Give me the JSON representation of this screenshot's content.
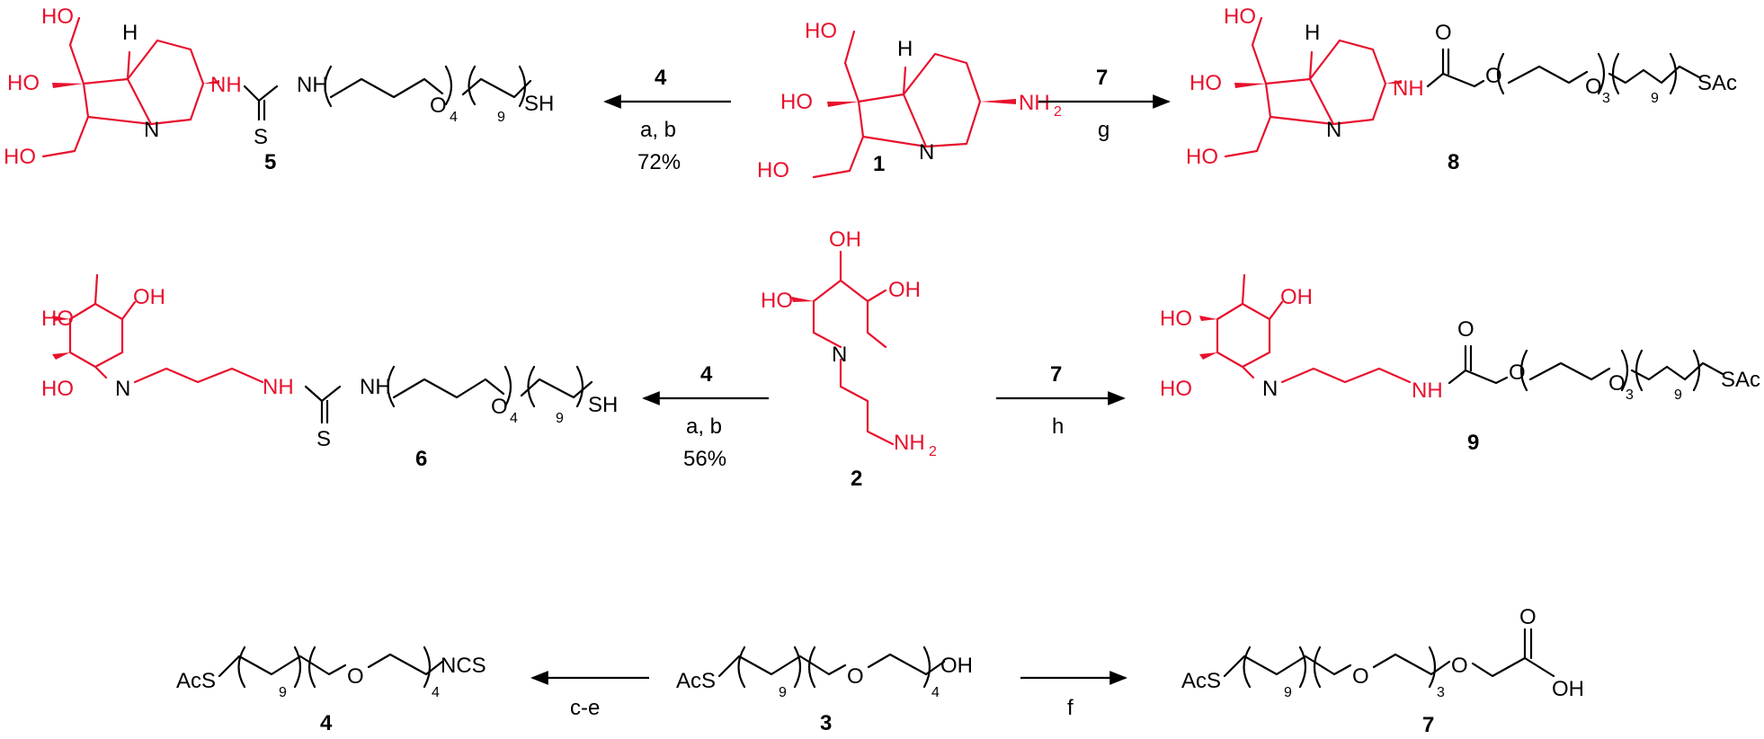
{
  "colors": {
    "highlight": "#e8112d",
    "ink": "#000000",
    "background": "#ffffff"
  },
  "atoms": {
    "HO": "HO",
    "OH": "OH",
    "H": "H",
    "N": "N",
    "NH": "NH",
    "NH2_main": "NH",
    "sub2": "2",
    "O": "O",
    "S": "S",
    "SH": "SH",
    "SAc": "SAc",
    "AcS": "AcS",
    "NCS": "NCS",
    "sub3": "3",
    "sub4": "4",
    "sub9": "9"
  },
  "compounds": {
    "c1": "1",
    "c2": "2",
    "c3": "3",
    "c4": "4",
    "c5": "5",
    "c6": "6",
    "c7": "7",
    "c8": "8",
    "c9": "9"
  },
  "arrows": [
    {
      "id": "r1_to_5",
      "reagent": "4",
      "conditions": [
        "a, b",
        "72%"
      ]
    },
    {
      "id": "r1_to_8",
      "reagent": "7",
      "conditions": [
        "g"
      ]
    },
    {
      "id": "r2_to_6",
      "reagent": "4",
      "conditions": [
        "a, b",
        "56%"
      ]
    },
    {
      "id": "r2_to_9",
      "reagent": "7",
      "conditions": [
        "h"
      ]
    },
    {
      "id": "r3_to_4",
      "reagent": "",
      "conditions": [
        "c-e"
      ]
    },
    {
      "id": "r3_to_7",
      "reagent": "",
      "conditions": [
        "f"
      ]
    }
  ]
}
